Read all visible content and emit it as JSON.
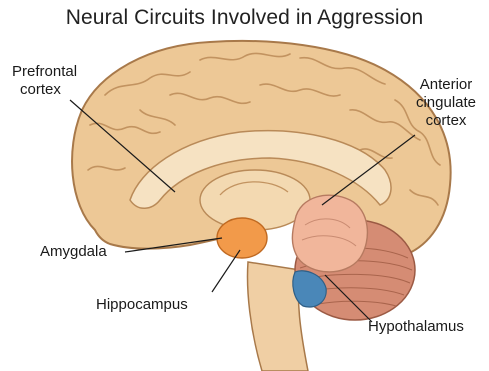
{
  "title": "Neural Circuits Involved in Aggression",
  "labels": {
    "prefrontal_line1": "Prefrontal",
    "prefrontal_line2": "cortex",
    "anterior_line1": "Anterior",
    "anterior_line2": "cingulate",
    "anterior_line3": "cortex",
    "amygdala": "Amygdala",
    "hippocampus": "Hippocampus",
    "hypothalamus": "Hypothalamus"
  },
  "colors": {
    "cortex": "#edc896",
    "cortex_outline": "#a8794a",
    "inner": "#f3d9b1",
    "amygdala": "#f29a4a",
    "cingulate": "#f1b69b",
    "cerebellum": "#d58c74",
    "blue_structure": "#4a87b8"
  }
}
